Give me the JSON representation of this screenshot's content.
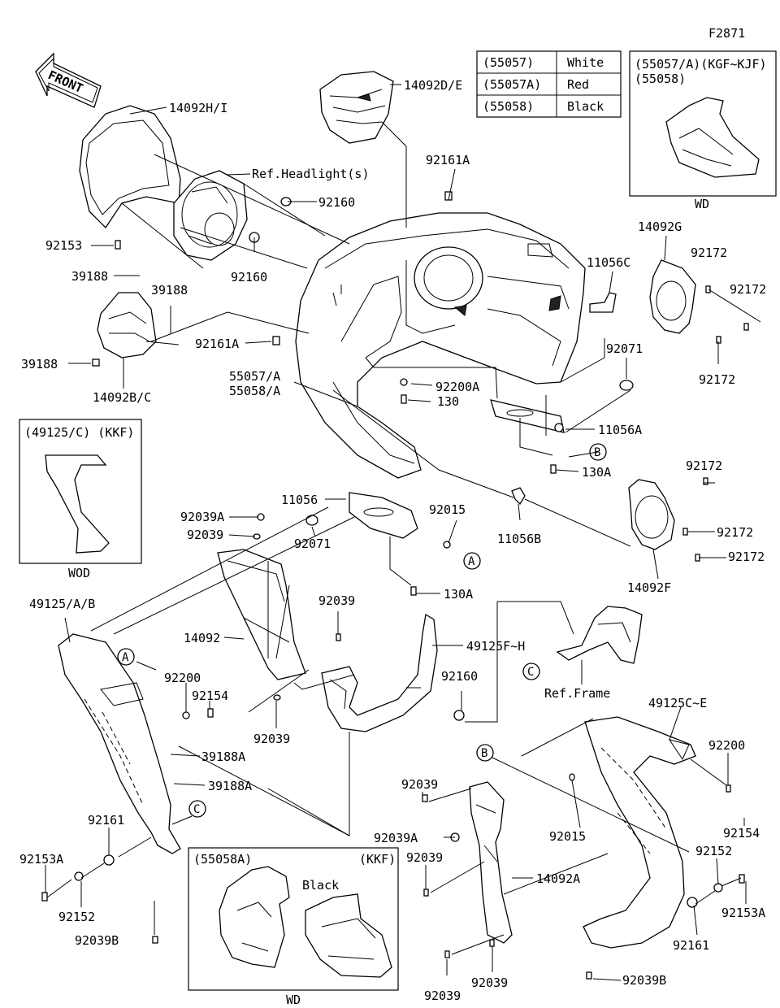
{
  "figure_code": "F2871",
  "front_arrow": "FRONT",
  "color_table": [
    {
      "code": "(55057)",
      "color": "White"
    },
    {
      "code": "(55057A)",
      "color": "Red"
    },
    {
      "code": "(55058)",
      "color": "Black"
    }
  ],
  "inset_top_right": {
    "line1": "(55057/A)(KGF~KJF)",
    "line2": "(55058)",
    "footer": "WD"
  },
  "inset_left": {
    "header": "(49125/C) (KKF)",
    "footer": "WOD"
  },
  "inset_bottom": {
    "header_left": "(55058A)",
    "header_right": "(KKF)",
    "color": "Black",
    "footer": "WD"
  },
  "callouts": {
    "a": "A",
    "b": "B",
    "c": "C"
  },
  "labels": {
    "p14092HI": "14092H/I",
    "p14092DE": "14092D/E",
    "refHeadlight": "Ref.Headlight(s)",
    "p92160a": "92160",
    "p92160b": "92160",
    "p92161A_top": "92161A",
    "p92153": "92153",
    "p39188a": "39188",
    "p39188b": "39188",
    "p39188c": "39188",
    "p92161A_left": "92161A",
    "p14092BC": "14092B/C",
    "p55057A": "55057/A",
    "p55058A": "55058/A",
    "p92200A": "92200A",
    "p130": "130",
    "p14092G": "14092G",
    "p11056C": "11056C",
    "p92172a": "92172",
    "p92172b": "92172",
    "p92172c": "92172",
    "p92071a": "92071",
    "p11056A": "11056A",
    "p130Aa": "130A",
    "p92172d": "92172",
    "p92172e": "92172",
    "p92172f": "92172",
    "p14092F": "14092F",
    "p11056": "11056",
    "p92015a": "92015",
    "p11056B": "11056B",
    "p92039Aa": "92039A",
    "p92039a": "92039",
    "p92071b": "92071",
    "p130Ab": "130A",
    "p49125AB": "49125/A/B",
    "p92039b": "92039",
    "p14092": "14092",
    "p49125FH": "49125F~H",
    "p92200a": "92200",
    "p92154a": "92154",
    "p92160c": "92160",
    "refFrame": "Ref.Frame",
    "p92039c": "92039",
    "p39188Aa": "39188A",
    "p39188Ab": "39188A",
    "p49125CE": "49125C~E",
    "p92200b": "92200",
    "p92039d": "92039",
    "p92015b": "92015",
    "p92161a": "92161",
    "p92153Aa": "92153A",
    "p92039Ab": "92039A",
    "p92039e": "92039",
    "p14092A": "14092A",
    "p92154b": "92154",
    "p92152a": "92152",
    "p92152b": "92152",
    "p92153Ab": "92153A",
    "p92039Ba": "92039B",
    "p92161b": "92161",
    "p92039f": "92039",
    "p92039g": "92039",
    "p92039Bb": "92039B"
  }
}
